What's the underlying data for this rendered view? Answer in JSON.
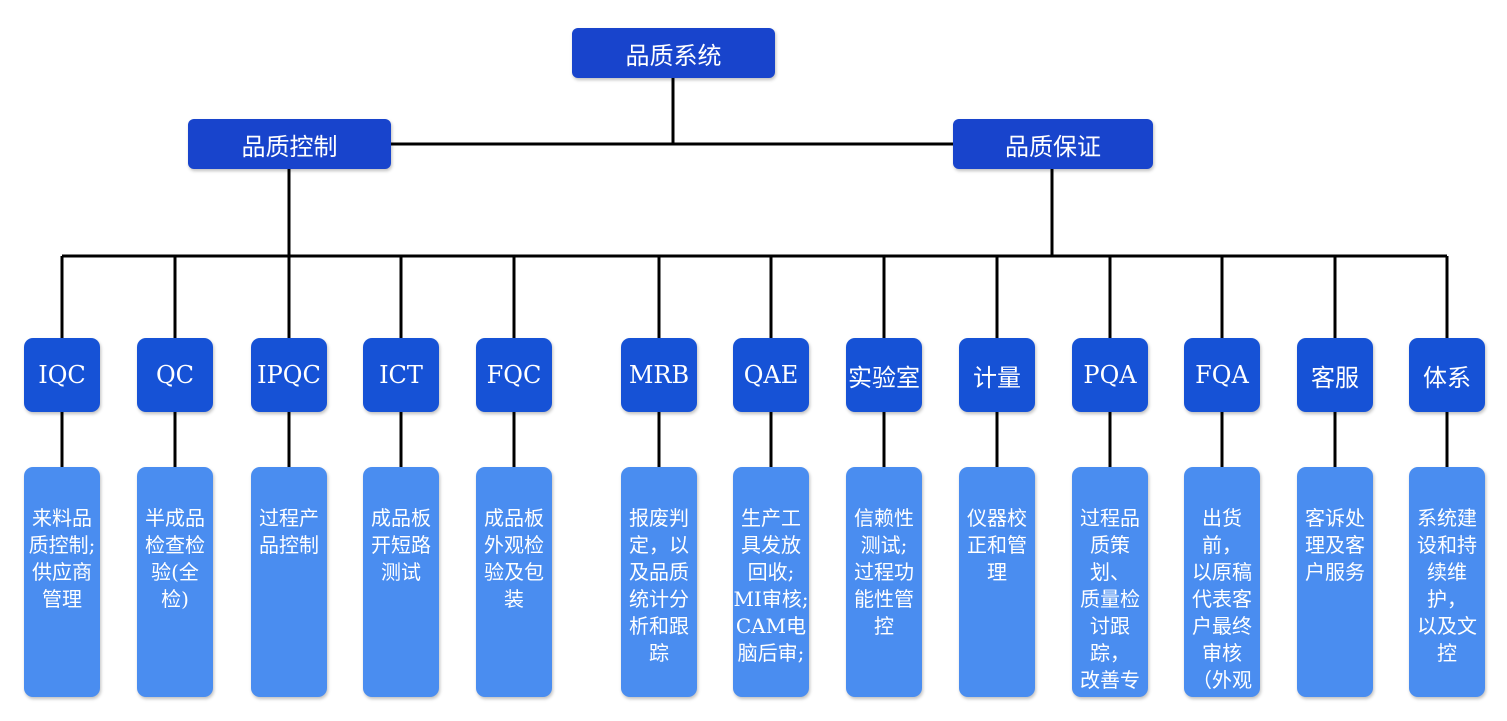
{
  "root": {
    "label": "品质系统"
  },
  "branches": [
    {
      "label": "品质控制"
    },
    {
      "label": "品质保证"
    }
  ],
  "categories": [
    {
      "label": "IQC",
      "desc": "来料品\n质控制;\n供应商\n管理"
    },
    {
      "label": "QC",
      "desc": "半成品\n检查检\n验(全\n检)"
    },
    {
      "label": "IPQC",
      "desc": "过程产\n品控制"
    },
    {
      "label": "ICT",
      "desc": "成品板\n开短路\n测试"
    },
    {
      "label": "FQC",
      "desc": "成品板\n外观检\n验及包\n装"
    },
    {
      "label": "MRB",
      "desc": "报废判\n定，以\n及品质\n统计分\n析和跟\n踪"
    },
    {
      "label": "QAE",
      "desc": "生产工\n具发放\n回收;\nMI审核;\nCAM电\n脑后审;"
    },
    {
      "label": "实验室",
      "desc": "信赖性\n测试;\n过程功\n能性管\n控"
    },
    {
      "label": "计量",
      "desc": "仪器校\n正和管\n理"
    },
    {
      "label": "PQA",
      "desc": "过程品\n质策划、\n质量检\n讨跟踪，\n改善专\n案;持\n续改善"
    },
    {
      "label": "FQA",
      "desc": "出货前，\n以原稿\n代表客\n户最终\n审核\n（外观\n和工程\n测量）"
    },
    {
      "label": "客服",
      "desc": "客诉处\n理及客\n户服务"
    },
    {
      "label": "体系",
      "desc": "系统建\n设和持\n续维护，\n以及文\n控"
    }
  ]
}
